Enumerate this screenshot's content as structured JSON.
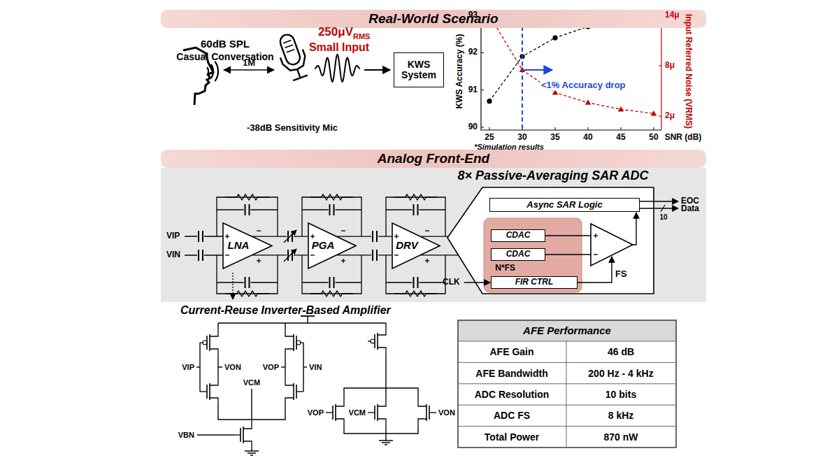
{
  "diagram": {
    "nodes": [
      {
        "text": [
          "Real-World Scenario"
        ]
      },
      {
        "text": [
          "KWS System"
        ]
      },
      {
        "text": [
          "Analog Front-End"
        ]
      },
      {
        "text": [
          "LNA"
        ]
      },
      {
        "text": [
          "PGA"
        ]
      },
      {
        "text": [
          "DRV"
        ]
      },
      {
        "text": [
          "8× Passive-Averaging SAR ADC"
        ]
      },
      {
        "text": [
          "Async SAR Logic"
        ],
        "in": 6
      },
      {
        "text": [
          "CDAC"
        ],
        "in": 6
      },
      {
        "text": [
          "CDAC"
        ],
        "in": 6
      },
      {
        "text": [
          "FIR CTRL"
        ],
        "in": 6
      },
      {
        "text": [
          "AFE Performance"
        ]
      }
    ],
    "edges": [
      {
        "from": 3,
        "to": 4,
        "arrow": "none"
      },
      {
        "from": 3,
        "to": 4,
        "arrow": "none"
      },
      {
        "from": 4,
        "to": 5,
        "arrow": "none"
      },
      {
        "from": 4,
        "to": 5,
        "arrow": "none"
      },
      {
        "from": 5,
        "to": 8,
        "arrow": "none"
      },
      {
        "from": 5,
        "to": 9,
        "arrow": "none"
      },
      {
        "from": 10,
        "to": 9,
        "label": "N*FS",
        "arrow": "to"
      },
      {
        "from": 7,
        "to": 8,
        "arrow": "none"
      }
    ],
    "labels": [
      "60dB SPL",
      "Casual Conversation",
      "1M",
      "-38dB Sensitivity Mic",
      "250μV",
      "RMS",
      "Small Input",
      "93",
      "92",
      "91",
      "90",
      "14μ",
      "8μ",
      "2μ",
      "25",
      "30",
      "35",
      "40",
      "45",
      "50",
      "SNR (dB)",
      "*Simulation results",
      "KWS Accuracy (%)",
      "Input Referred Noise (VRMS)",
      "<1% Accuracy drop",
      "VIP",
      "VIN",
      "CLK",
      "FS",
      "EOC",
      "Data",
      "10",
      "Current-Reuse Inverter-Based Amplifier",
      "VIP",
      "VON",
      "VOP",
      "VIN",
      "VCM",
      "VBN",
      "VOP",
      "VCM",
      "VON",
      "AFE Gain",
      "46 dB",
      "AFE Bandwidth",
      "200 Hz - 4 kHz",
      "ADC Resolution",
      "10 bits",
      "ADC FS",
      "8 kHz",
      "Total Power",
      "870 nW"
    ]
  }
}
